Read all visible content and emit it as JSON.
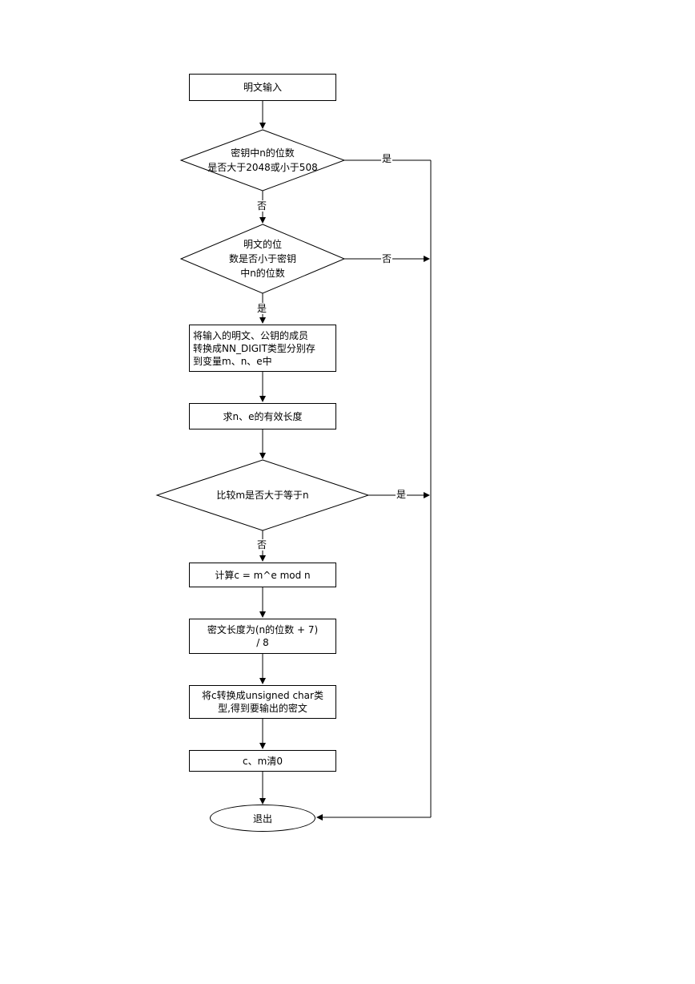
{
  "nodes": {
    "plaintext_input": "明文输入",
    "check_key_bits": "密钥中n的位数\n是否大于2048或小于508",
    "check_plaintext_bits": "明文的位\n数是否小于密钥\n中n的位数",
    "convert_members": "将输入的明文、公钥的成员\n转换成NN_DIGIT类型分别存\n到变量m、n、e中",
    "effective_length": "求n、e的有效长度",
    "compare_m_n": "比较m是否大于等于n",
    "compute_c": "计算c = m^e mod n",
    "ciphertext_length": "密文长度为(n的位数 + 7)\n/ 8",
    "convert_c": "将c转换成unsigned char类\n型,得到要输出的密文",
    "clear_cm": "c、m清0",
    "exit": "退出"
  },
  "labels": {
    "d1_yes": "是",
    "d1_no": "否",
    "d2_no": "否",
    "d2_yes": "是",
    "d3_yes": "是",
    "d3_no": "否"
  }
}
